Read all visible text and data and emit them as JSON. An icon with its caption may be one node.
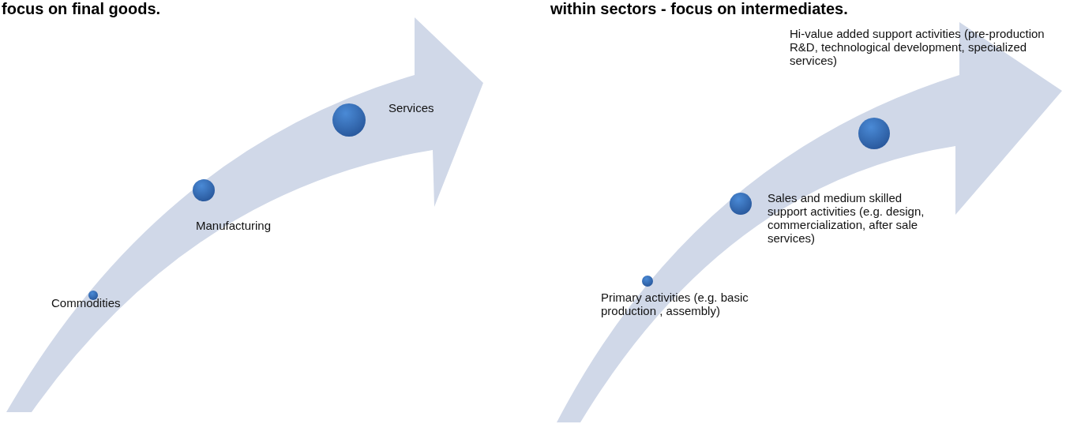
{
  "diagram": {
    "labels": [
      "focus on final goods.",
      "within sectors - focus on intermediates.",
      "Services",
      "Manufacturing",
      "Commodities",
      "Hi-value added support activities (pre-production R&D, technological development, specialized services)",
      "Sales and medium skilled support activities (e.g. design, commercialization, after sale services)",
      "Primary activities (e.g. basic production , assembly)"
    ]
  }
}
